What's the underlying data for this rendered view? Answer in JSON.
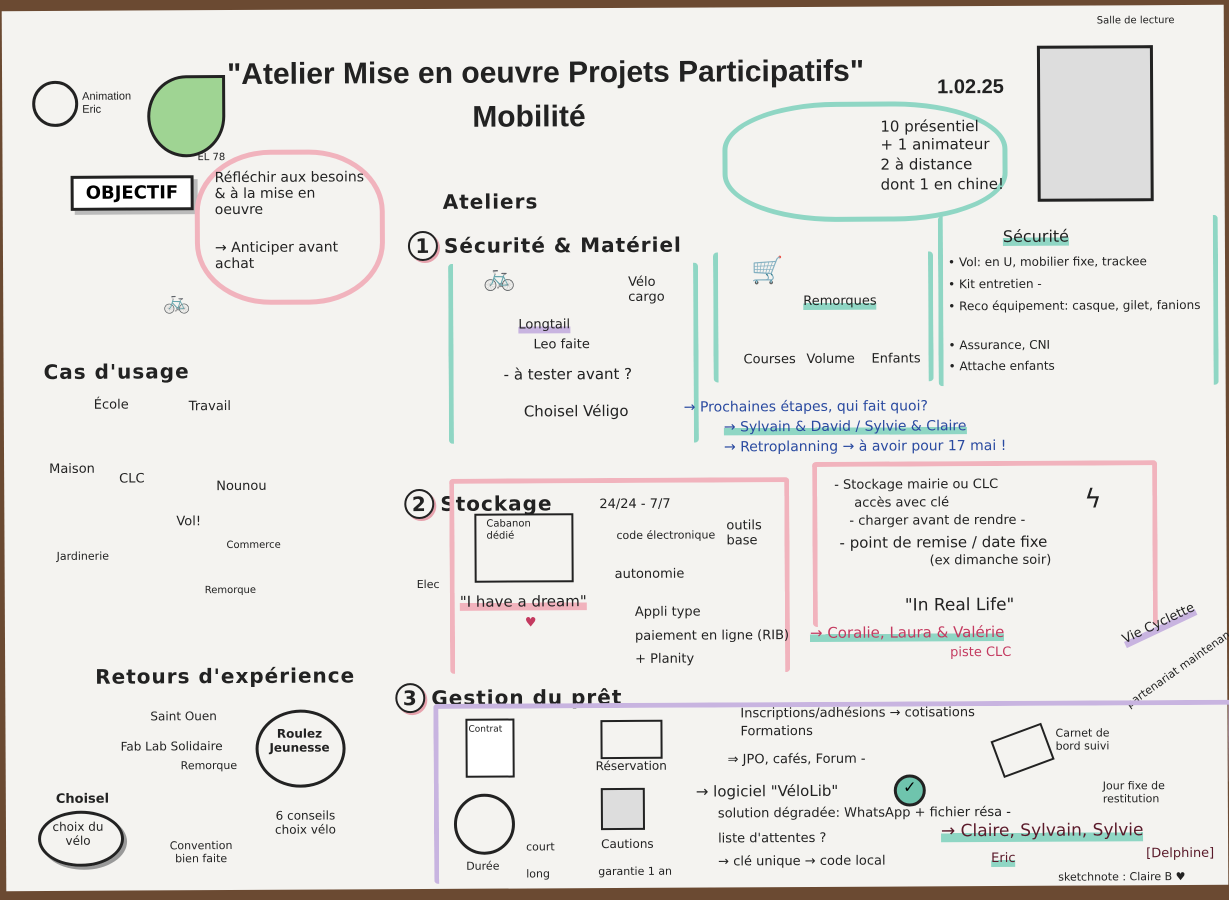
{
  "header": {
    "title": "\"Atelier Mise en oeuvre Projets Participatifs\"",
    "subtitle": "Mobilité",
    "date": "1.02.25",
    "animation": "Animation Eric",
    "logo_text": "EL 78",
    "salle": "Salle de lecture"
  },
  "attendance": [
    "10 présentiel",
    "+ 1 animateur",
    "2 à distance",
    "dont 1 en chine!"
  ],
  "objectif": {
    "label": "OBJECTIF",
    "items": [
      "Réfléchir aux besoins & à la mise en oeuvre",
      "→ Anticiper avant achat"
    ]
  },
  "cas_usage": {
    "title": "Cas d'usage",
    "places": [
      "École",
      "Travail",
      "Maison",
      "CLC",
      "Nounou",
      "Vol!",
      "Jardinerie",
      "Commerce",
      "Remorque"
    ]
  },
  "retours": {
    "title": "Retours d'expérience",
    "choisel": "Choisel",
    "choix": "choix du vélo",
    "saint_ouen": "Saint Ouen",
    "fablab": "Fab Lab Solidaire",
    "remorque": "Remorque",
    "convention": "Convention bien faite",
    "roulez": "Roulez Jeunesse",
    "conseils": "6 conseils choix vélo"
  },
  "ateliers": {
    "title": "Ateliers",
    "s1": {
      "num": "1",
      "title": "Sécurité & Matériel",
      "velo_cargo": "Vélo cargo",
      "longtail": "Longtail",
      "leo": "Leo faite",
      "tester": "- à tester avant ?",
      "choisel": "Choisel Véligo",
      "remorques": "Remorques",
      "remorque_uses": [
        "Courses",
        "Volume",
        "Enfants"
      ],
      "securite_title": "Sécurité",
      "securite_items": [
        "• Vol: en U, mobilier fixe, trackee",
        "• Kit entretien -",
        "• Reco équipement: casque, gilet, fanions",
        "• Assurance, CNI",
        "• Attache enfants"
      ]
    },
    "next": {
      "title": "→ Prochaines étapes, qui fait quoi?",
      "who": "→ Sylvain & David / Sylvie & Claire",
      "retro": "→ Retroplanning → à avoir pour 17 mai !"
    },
    "s2": {
      "num": "2",
      "title": "Stockage",
      "cabanon": "Cabanon dédié",
      "hours": "24/24 - 7/7",
      "code": "code électronique",
      "outils": "outils base",
      "autonomie": "autonomie",
      "elec": "Elec",
      "dream": "\"I have a dream\"",
      "appli": "Appli type",
      "paiement": "paiement en ligne (RIB)",
      "planity": "+ Planity",
      "people": "→ Coralie, Laura & Valérie",
      "piste": "piste CLC",
      "irl": "\"In Real Life\"",
      "box": [
        "- Stockage mairie ou CLC",
        "accès avec clé",
        "- charger avant de rendre -",
        "- point de remise / date fixe",
        "(ex dimanche soir)"
      ]
    },
    "vie": {
      "title": "Vie Cyclette",
      "sub": "partenariat maintenance"
    },
    "s3": {
      "num": "3",
      "title": "Gestion du prêt",
      "contrat": "Contrat",
      "reservation": "Réservation",
      "duree": "Durée",
      "court": "court",
      "long": "long",
      "cautions": "Cautions",
      "garantie": "garantie 1 an",
      "lines": [
        "Inscriptions/adhésions → cotisations",
        "Formations",
        "⇒ JPO, cafés, Forum -",
        "→ logiciel \"VéloLib\"",
        "solution dégradée: WhatsApp + fichier résa -",
        "liste d'attentes ?",
        "→ clé unique → code local"
      ],
      "carnet": "Carnet de bord suivi",
      "jour": "Jour fixe de restitution",
      "people": "→ Claire, Sylvain, Sylvie",
      "eric": "Eric",
      "delphine": "[Delphine]"
    }
  },
  "footer": {
    "credit": "sketchnote : Claire B ♥"
  }
}
